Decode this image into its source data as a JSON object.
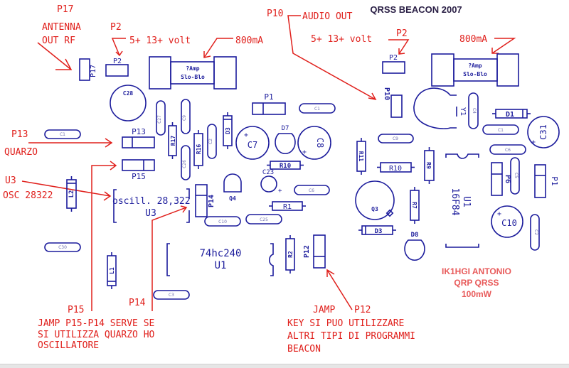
{
  "title": "QRSS BEACON 2007",
  "annotations": {
    "p17": "P17",
    "antenna_line1": "ANTENNA",
    "antenna_line2": "OUT RF",
    "p2_left": "P2",
    "volt_left": "5+ 13+ volt",
    "ma_left": "800mA",
    "p10": "P10",
    "audio_out": "AUDIO OUT",
    "volt_right": "5+ 13+ volt",
    "p2_right": "P2",
    "ma_right": "800mA",
    "p13": "P13",
    "quarzo": "QUARZO",
    "u3": "U3",
    "osc": "OSC 28322",
    "p15": "P15",
    "p14": "P14",
    "jamp_note_1": "JAMP P15-P14 SERVE SE",
    "jamp_note_2": "SI UTILIZZA QUARZO HO",
    "jamp_note_3": "OSCILLATORE",
    "jamp_p12_a": "JAMP",
    "jamp_p12_b": "P12",
    "key_note_1": "KEY SI PUO UTILIZZARE",
    "key_note_2": "ALTRI TIPI DI PROGRAMMI",
    "key_note_3": "BEACON"
  },
  "signature": {
    "line1": "IK1HGI ANTONIO",
    "line2": "QRP QRSS",
    "line3": "100mW"
  },
  "components": {
    "p17": "P17",
    "p2a": "P2",
    "fuse_a_1": "?Amp",
    "fuse_a_2": "Slo-Blo",
    "p2b": "P2",
    "fuse_b_1": "?Amp",
    "fuse_b_2": "Slo-Blo",
    "c28": "C28",
    "c27": "C27",
    "c9": "C9",
    "r17": "R17",
    "r16": "R16",
    "c26": "C26",
    "c2": "C2",
    "d3a": "D3",
    "p1a": "P1",
    "c1a": "C1",
    "c7": "C7",
    "d7": "D7",
    "c8": "C8",
    "r10a": "R10",
    "c23": "C23",
    "c6a": "C6",
    "q4": "Q4",
    "r1": "R1",
    "c10a": "C10",
    "c25": "C25",
    "p13": "P13",
    "p15": "P15",
    "c1b": "C1",
    "l2": "L2",
    "osc_label": "oscill. 28,322",
    "u3": "U3",
    "p14": "P14",
    "c30": "C30",
    "l1": "L1",
    "u1a_1": "74hc240",
    "u1a_2": "U1",
    "c3": "C3",
    "r2": "R2",
    "p12": "P12",
    "p10": "P10",
    "y1": "Y1",
    "c4": "C4",
    "d1": "D1",
    "c1c": "C1",
    "c31": "C31",
    "c9b": "C9",
    "r11": "R11",
    "r10b": "R10",
    "r9": "R9",
    "c6b": "C6",
    "u1b_1": "U1",
    "u1b_2": "16F84",
    "p6": "P6",
    "c5": "C5",
    "p1b": "P1",
    "q3": "Q3",
    "r7": "R7",
    "d3b": "D3",
    "d8": "D8",
    "c10b": "C10",
    "c2b": "C2"
  }
}
